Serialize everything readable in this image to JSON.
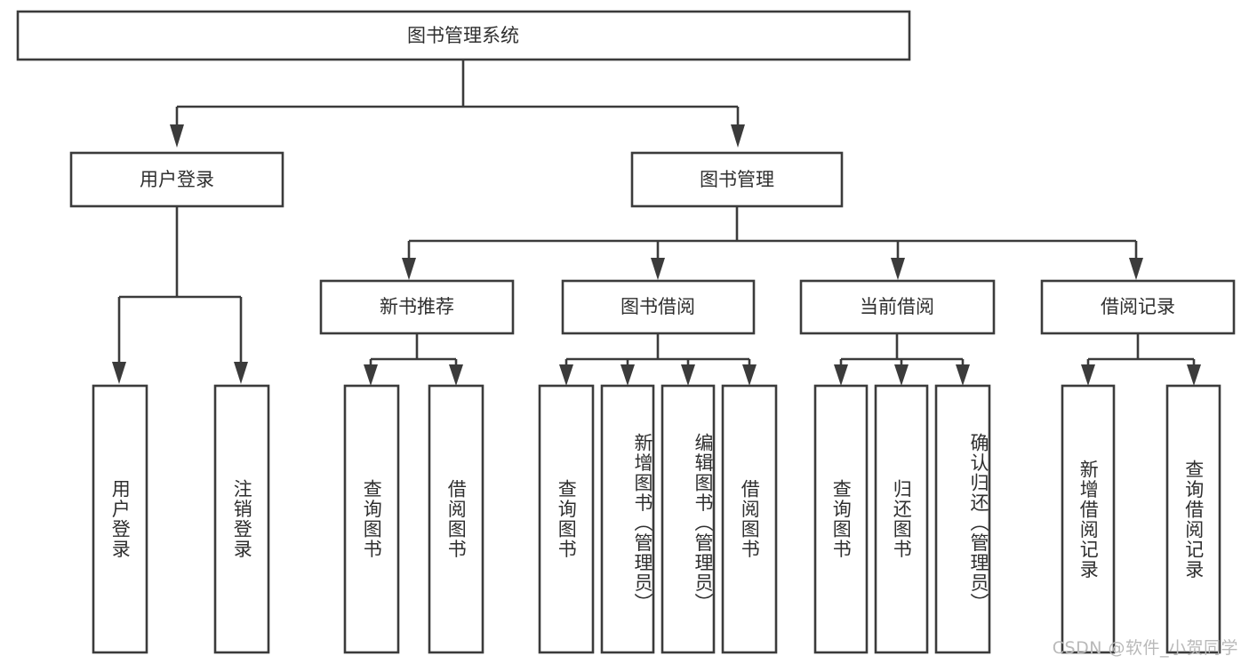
{
  "diagram": {
    "type": "tree-hierarchy",
    "title": "图书管理系统",
    "watermark": "CSDN @软件_小贺同学",
    "colors": {
      "stroke": "#3b3b3b",
      "box_fill": "#ffffff",
      "text": "#2f2f2f",
      "background": "#ffffff",
      "watermark": "#b9b9b9"
    },
    "levels": {
      "root": {
        "label": "图书管理系统",
        "orientation": "horizontal"
      },
      "level2": [
        {
          "label": "用户登录",
          "orientation": "horizontal"
        },
        {
          "label": "图书管理",
          "orientation": "horizontal"
        }
      ],
      "level3": [
        {
          "label": "新书推荐",
          "orientation": "horizontal",
          "parent": "图书管理"
        },
        {
          "label": "图书借阅",
          "orientation": "horizontal",
          "parent": "图书管理"
        },
        {
          "label": "当前借阅",
          "orientation": "horizontal",
          "parent": "图书管理"
        },
        {
          "label": "借阅记录",
          "orientation": "horizontal",
          "parent": "图书管理"
        }
      ],
      "leaves": {
        "user_login": [
          {
            "label": "用户登录",
            "orientation": "vertical"
          },
          {
            "label": "注销登录",
            "orientation": "vertical"
          }
        ],
        "new_book_recommend": [
          {
            "label": "查询图书",
            "orientation": "vertical"
          },
          {
            "label": "借阅图书",
            "orientation": "vertical"
          }
        ],
        "book_borrow": [
          {
            "label": "查询图书",
            "orientation": "vertical"
          },
          {
            "label": "新增图书（管理员）",
            "orientation": "vertical"
          },
          {
            "label": "编辑图书（管理员）",
            "orientation": "vertical"
          },
          {
            "label": "借阅图书",
            "orientation": "vertical"
          }
        ],
        "current_borrow": [
          {
            "label": "查询图书",
            "orientation": "vertical"
          },
          {
            "label": "归还图书",
            "orientation": "vertical"
          },
          {
            "label": "确认归还（管理员）",
            "orientation": "vertical"
          }
        ],
        "borrow_record": [
          {
            "label": "新增借阅记录",
            "orientation": "vertical"
          },
          {
            "label": "查询借阅记录",
            "orientation": "vertical"
          }
        ]
      }
    }
  }
}
